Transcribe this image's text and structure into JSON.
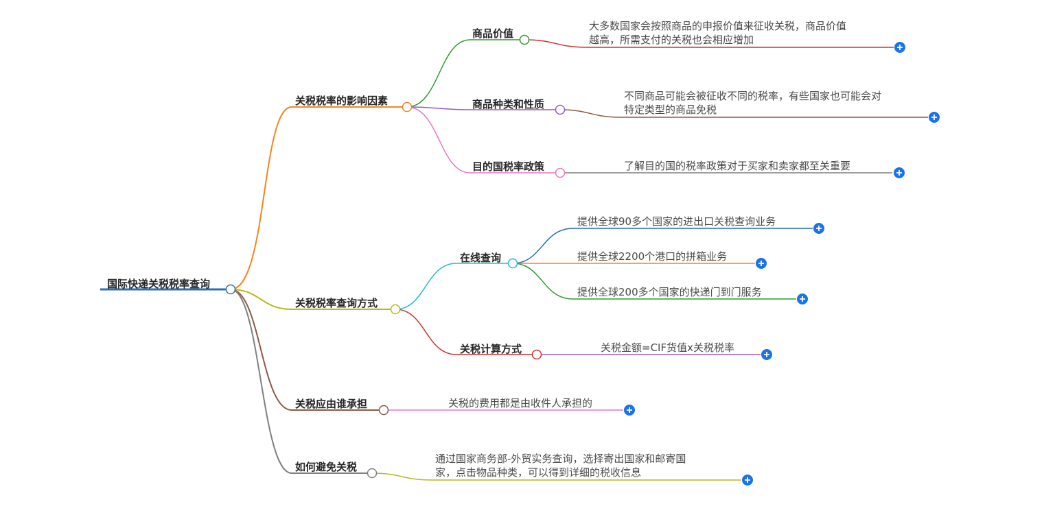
{
  "root": {
    "label": "国际快递关税税率查询"
  },
  "branches": [
    {
      "label": "关税税率的影响因素",
      "color": "#f5841f",
      "children": [
        {
          "label": "商品价值",
          "color": "#2e9b2e",
          "leaf_color": "#d22f2f",
          "leaf": [
            "大多数国家会按照商品的申报价值来征收关税，商品价值",
            "越高，所需支付的关税也会相应增加"
          ]
        },
        {
          "label": "商品种类和性质",
          "color": "#9b59b6",
          "leaf_color": "#8b5a45",
          "leaf": [
            "不同商品可能会被征收不同的税率，有些国家也可能会对",
            "特定类型的商品免税"
          ]
        },
        {
          "label": "目的国税率政策",
          "color": "#e377c2",
          "leaf_color": "#7f7f7f",
          "leaf": [
            "了解目的国的税率政策对于买家和卖家都至关重要"
          ]
        }
      ]
    },
    {
      "label": "关税税率查询方式",
      "color": "#b8b81e",
      "children": [
        {
          "label": "在线查询",
          "color": "#1fbecf",
          "subleaves": [
            {
              "text": "提供全球90多个国家的进出口关税查询业务",
              "color": "#1f6fb4"
            },
            {
              "text": "提供全球2200个港口的拼箱业务",
              "color": "#f5841f"
            },
            {
              "text": "提供全球200多个国家的快递门到门服务",
              "color": "#2e9b2e"
            }
          ]
        },
        {
          "label": "关税计算方式",
          "color": "#d22f2f",
          "leaf_color": "#9b59b6",
          "leaf": [
            "关税金额=CIF货值x关税税率"
          ]
        }
      ]
    },
    {
      "label": "关税应由谁承担",
      "color": "#8b5a45",
      "leaf_color": "#e377c2",
      "leaf": [
        "关税的费用都是由收件人承担的"
      ]
    },
    {
      "label": "如何避免关税",
      "color": "#7f7f7f",
      "leaf_color": "#b8b81e",
      "leaf": [
        "通过国家商务部-外贸实务查询，选择寄出国家和邮寄国",
        "家，点击物品种类，可以得到详细的税收信息"
      ]
    }
  ],
  "colors": {
    "root_line": "#2b6fb0",
    "expand_button": "#1a73e8"
  },
  "icons": {
    "expand": "plus-circle-icon"
  }
}
